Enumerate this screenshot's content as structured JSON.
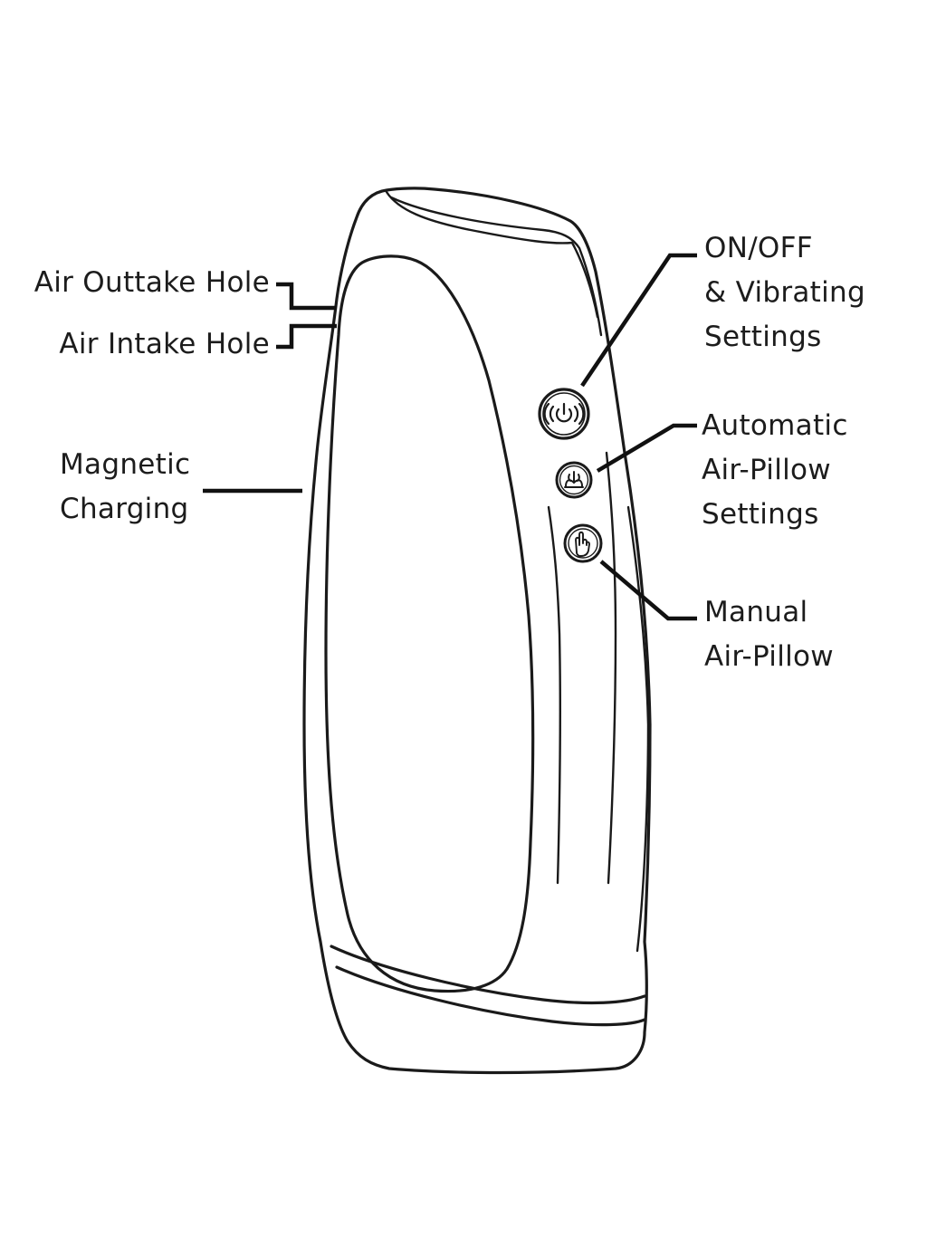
{
  "labels": {
    "air_outtake_hole": "Air Outtake Hole",
    "air_intake_hole": "Air Intake Hole",
    "magnetic_charging": [
      "Magnetic",
      "Charging"
    ],
    "on_off": [
      "ON/OFF",
      "& Vibrating",
      "Settings"
    ],
    "automatic_air_pillow": [
      "Automatic",
      "Air-Pillow",
      "Settings"
    ],
    "manual_air_pillow": [
      "Manual",
      "Air-Pillow"
    ]
  },
  "colors": {
    "line": "#111111",
    "text": "#1c1c1c",
    "background": "#ffffff"
  },
  "icons": {
    "power_button": "power-vibration-icon",
    "auto_button": "air-pillow-icon",
    "manual_button": "hand-press-icon"
  }
}
